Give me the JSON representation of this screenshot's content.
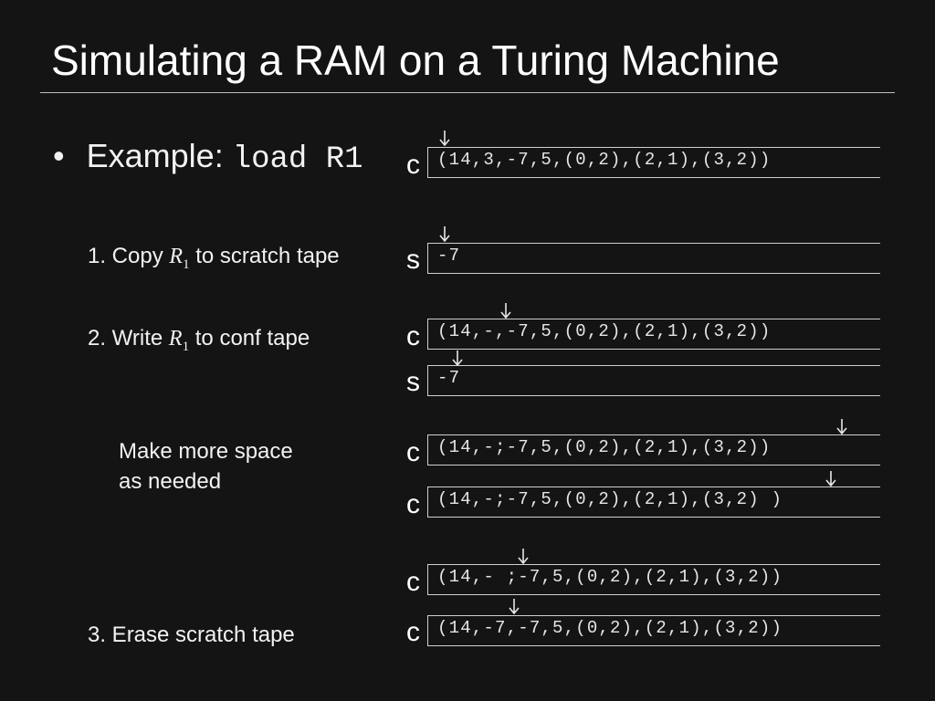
{
  "title": "Simulating a RAM on a Turing Machine",
  "bullet": {
    "marker": "•",
    "label": "Example: ",
    "code": "load R1"
  },
  "steps": [
    {
      "prefix": "1.  Copy ",
      "reg": "R",
      "sub": "1",
      "suffix": " to scratch tape"
    },
    {
      "prefix": "2.  Write ",
      "reg": "R",
      "sub": "1",
      "suffix": " to conf tape"
    },
    {
      "prefix": "3.  Erase scratch tape"
    }
  ],
  "note": {
    "line1": "Make more space",
    "line2": "as needed"
  },
  "tapes": [
    {
      "label": "c",
      "content": "(14,3,-7,5,(0,2),(2,1),(3,2))"
    },
    {
      "label": "s",
      "content": "-7"
    },
    {
      "label": "c",
      "content": "(14,-,-7,5,(0,2),(2,1),(3,2))"
    },
    {
      "label": "s",
      "content": "-7"
    },
    {
      "label": "c",
      "content": "(14,-;-7,5,(0,2),(2,1),(3,2))"
    },
    {
      "label": "c",
      "content": "(14,-;-7,5,(0,2),(2,1),(3,2) )"
    },
    {
      "label": "c",
      "content": "(14,- ;-7,5,(0,2),(2,1),(3,2))"
    },
    {
      "label": "c",
      "content": "(14,-7,-7,5,(0,2),(2,1),(3,2))"
    }
  ]
}
